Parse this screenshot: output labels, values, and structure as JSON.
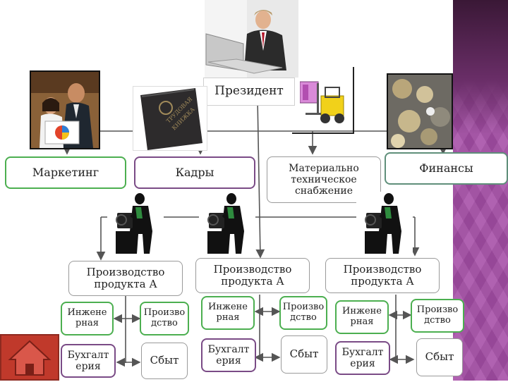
{
  "president": "Президент",
  "departments": {
    "marketing": "Маркетинг",
    "hr": "Кадры",
    "supply": "Материально\nтехническое\nснабжение",
    "finance": "Финансы"
  },
  "production": [
    {
      "title": "Производство\nпродукта А",
      "engineering": "Инжене\nрная",
      "production": "Произво\nдство",
      "accounting": "Бухгалт\nерия",
      "sales": "Сбыт"
    },
    {
      "title": "Производство\nпродукта А",
      "engineering": "Инжене\nрная",
      "production": "Произво\nдство",
      "accounting": "Бухгалт\nерия",
      "sales": "Сбыт"
    },
    {
      "title": "Производство\nпродукта А",
      "engineering": "Инжене\nрная",
      "production": "Произво\nдство",
      "accounting": "Бухгалт\nерия",
      "sales": "Сбыт"
    }
  ],
  "colors": {
    "accent": "#a64fa8",
    "box_green": "#4caf50",
    "box_gray": "#9a9a9a",
    "home_button": "#c0392b"
  },
  "icons": [
    "home-icon",
    "businessman-photo",
    "workers-photo",
    "passport-photo",
    "forklift-clipart",
    "coins-photo",
    "machinist-silhouette"
  ]
}
